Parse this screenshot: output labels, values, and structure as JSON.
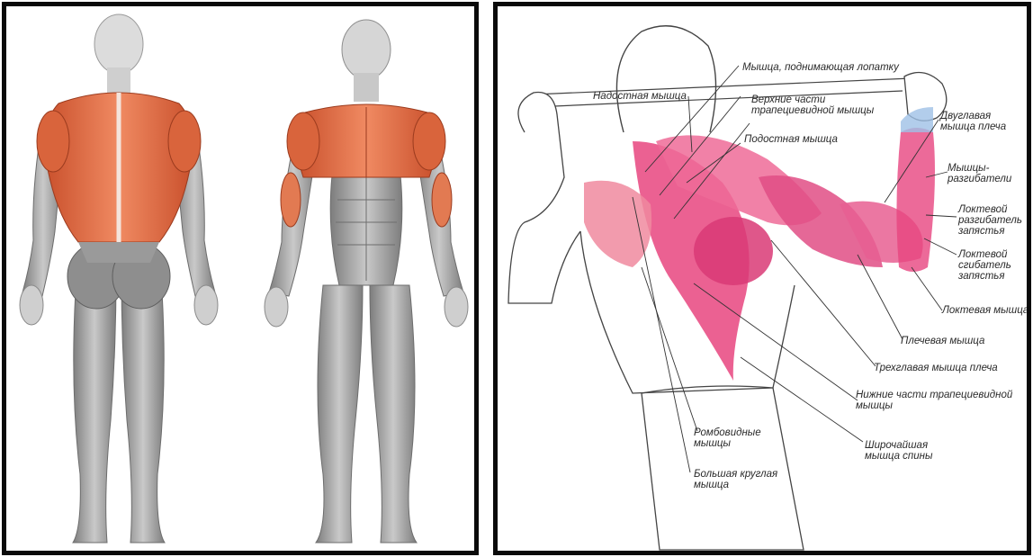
{
  "colors": {
    "muscle_red": "#e0673f",
    "muscle_pink": "#e8578f",
    "skin_gray": "#b9b9b9",
    "frame": "#0a0a0a"
  },
  "left_panel": {
    "figures": [
      "back-view-figure",
      "front-view-figure"
    ]
  },
  "labels": {
    "levator": "Мышца, поднимающая лопатку",
    "supraspinatus": "Надостная мышца",
    "upper_trap": "Верхние части трапециевидной мышцы",
    "infraspinatus": "Подостная мышца",
    "biceps": "Двуглавая мышца плеча",
    "extensors": "Мышцы-разгибатели",
    "ulnar_extensor": "Локтевой разгибатель запястья",
    "ulnar_flexor": "Локтевой сгибатель запястья",
    "anconeus": "Локтевая мышца",
    "brachialis": "Плечевая мышца",
    "triceps": "Трехглавая мышца плеча",
    "lower_trap": "Нижние части трапециевидной мышцы",
    "rhomboids": "Ромбовидные мышцы",
    "latissimus": "Широчайшая мышца спины",
    "teres_major": "Большая круглая мышца"
  }
}
